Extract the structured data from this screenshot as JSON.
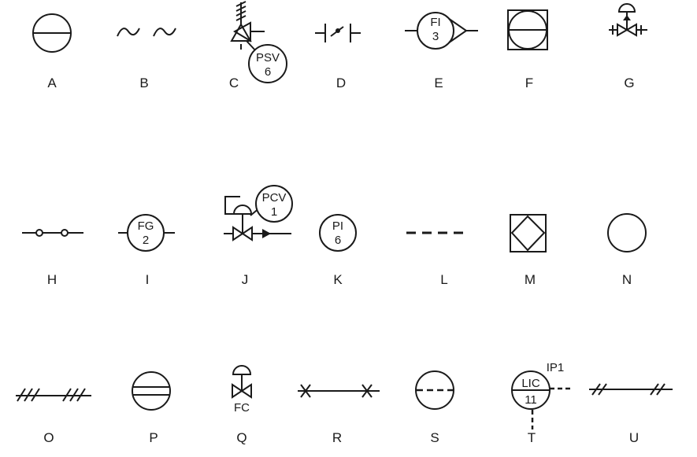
{
  "symbols": [
    {
      "label": "A"
    },
    {
      "label": "B"
    },
    {
      "label": "C"
    },
    {
      "label": "D"
    },
    {
      "label": "E"
    },
    {
      "label": "F"
    },
    {
      "label": "G"
    },
    {
      "label": "H"
    },
    {
      "label": "I"
    },
    {
      "label": "J"
    },
    {
      "label": "K"
    },
    {
      "label": "L"
    },
    {
      "label": "M"
    },
    {
      "label": "N"
    },
    {
      "label": "O"
    },
    {
      "label": "P"
    },
    {
      "label": "Q"
    },
    {
      "label": "R"
    },
    {
      "label": "S"
    },
    {
      "label": "T"
    },
    {
      "label": "U"
    }
  ],
  "tags": {
    "C": {
      "line1": "PSV",
      "line2": "6"
    },
    "E": {
      "line1": "FI",
      "line2": "3"
    },
    "I": {
      "line1": "FG",
      "line2": "2"
    },
    "J": {
      "line1": "PCV",
      "line2": "1"
    },
    "K": {
      "line1": "PI",
      "line2": "6"
    },
    "Q": {
      "text": "FC"
    },
    "T": {
      "line1": "LIC",
      "line2": "11",
      "signal": "IP1"
    }
  }
}
